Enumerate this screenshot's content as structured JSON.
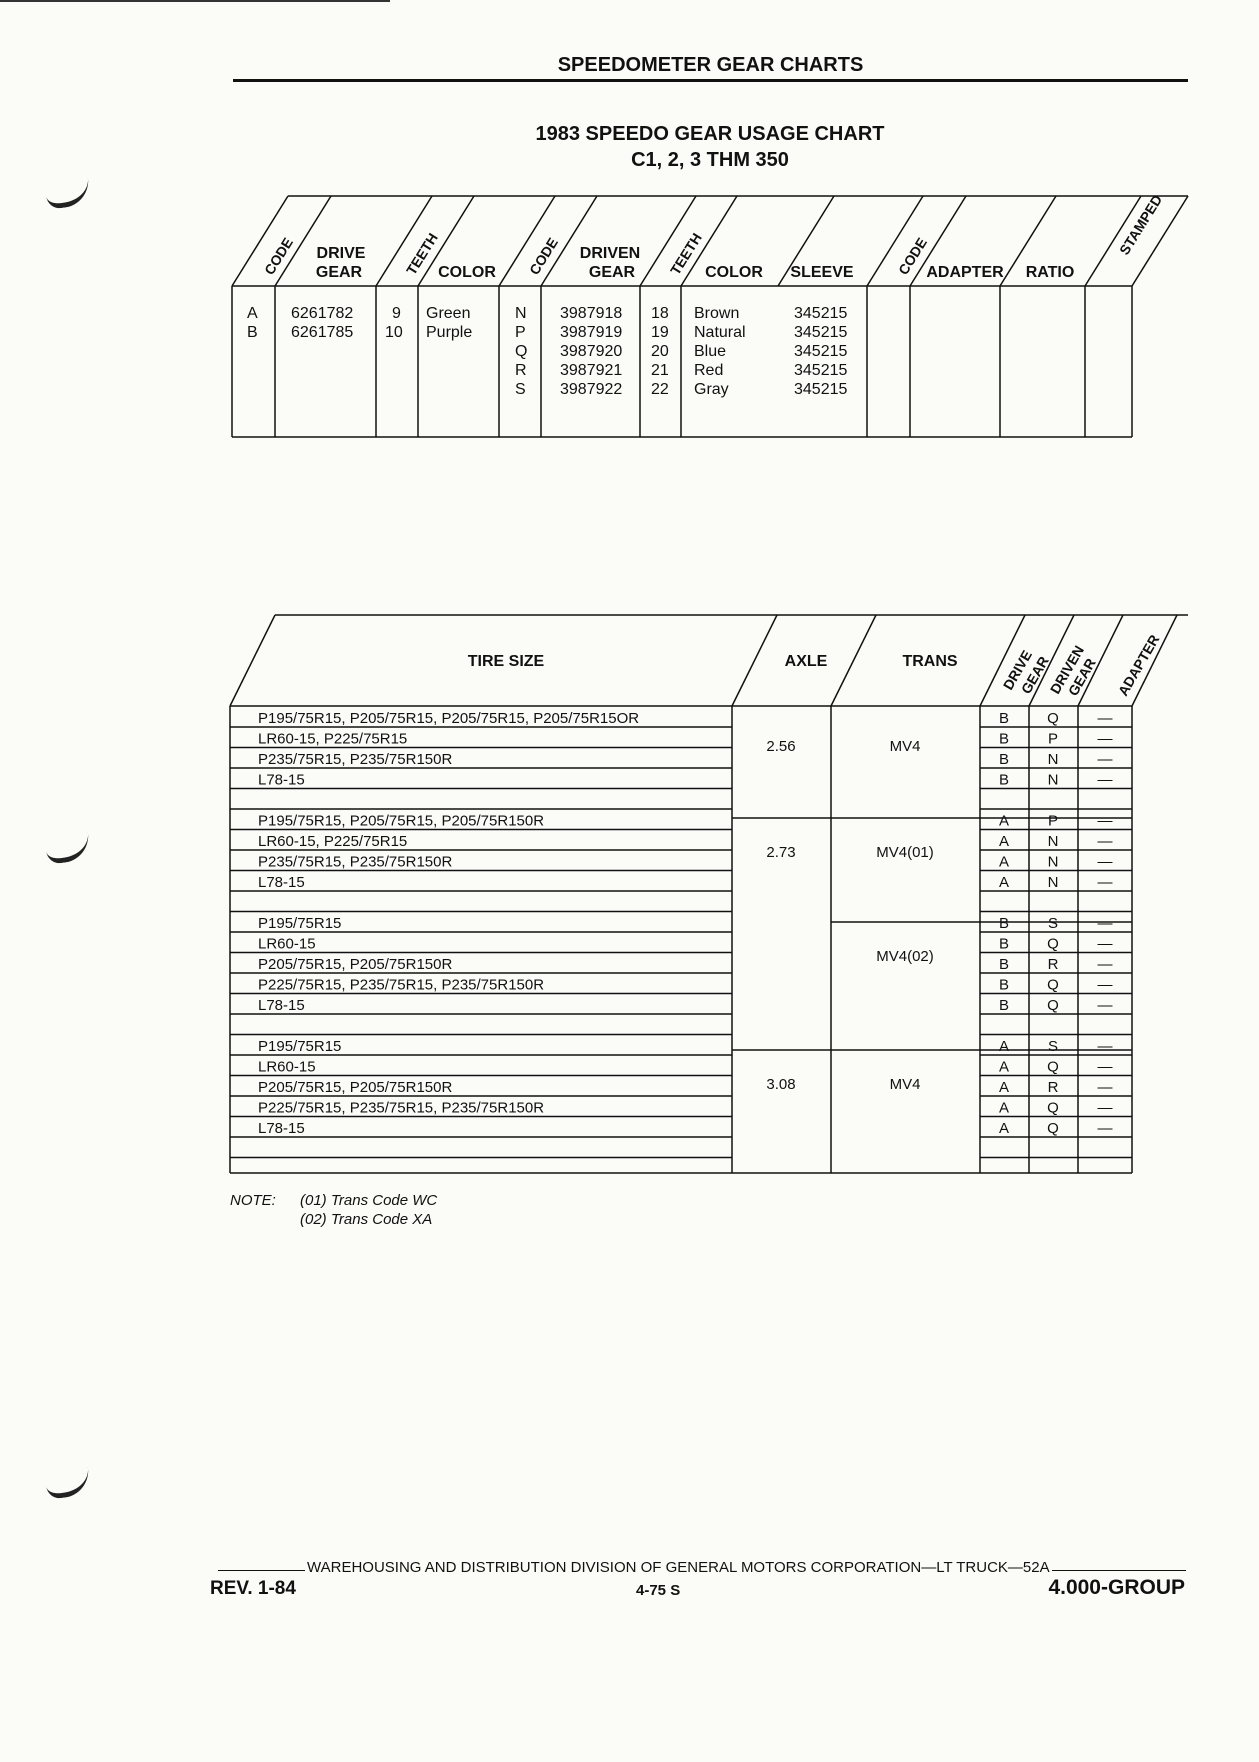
{
  "header": {
    "title": "SPEEDOMETER GEAR CHARTS"
  },
  "chart": {
    "title": "1983 SPEEDO GEAR USAGE CHART",
    "subtitle": "C1, 2, 3 THM 350"
  },
  "table1": {
    "headers": {
      "code": "CODE",
      "drive_gear_1": "DRIVE",
      "drive_gear_2": "GEAR",
      "teeth": "TEETH",
      "color": "COLOR",
      "code2": "CODE",
      "driven_gear_1": "DRIVEN",
      "driven_gear_2": "GEAR",
      "teeth2": "TEETH",
      "color2": "COLOR",
      "sleeve": "SLEEVE",
      "code3": "CODE",
      "adapter": "ADAPTER",
      "ratio": "RATIO",
      "stamped": "STAMPED"
    },
    "drive_rows": [
      {
        "code": "A",
        "gear": "6261782",
        "teeth": "9",
        "color": "Green"
      },
      {
        "code": "B",
        "gear": "6261785",
        "teeth": "10",
        "color": "Purple"
      }
    ],
    "driven_rows": [
      {
        "code": "N",
        "gear": "3987918",
        "teeth": "18",
        "color": "Brown",
        "sleeve": "345215"
      },
      {
        "code": "P",
        "gear": "3987919",
        "teeth": "19",
        "color": "Natural",
        "sleeve": "345215"
      },
      {
        "code": "Q",
        "gear": "3987920",
        "teeth": "20",
        "color": "Blue",
        "sleeve": "345215"
      },
      {
        "code": "R",
        "gear": "3987921",
        "teeth": "21",
        "color": "Red",
        "sleeve": "345215"
      },
      {
        "code": "S",
        "gear": "3987922",
        "teeth": "22",
        "color": "Gray",
        "sleeve": "345215"
      }
    ]
  },
  "table2": {
    "headers": {
      "tire_size": "TIRE SIZE",
      "axle": "AXLE",
      "trans": "TRANS",
      "drive_gear_1": "DRIVE",
      "drive_gear_2": "GEAR",
      "driven_gear_1": "DRIVEN",
      "driven_gear_2": "GEAR",
      "adapter": "ADAPTER"
    },
    "rows": [
      {
        "tire": "P195/75R15, P205/75R15, P205/75R15, P205/75R15OR",
        "drive": "B",
        "driven": "Q",
        "adapter": "—"
      },
      {
        "tire": "LR60-15, P225/75R15",
        "drive": "B",
        "driven": "P",
        "adapter": "—"
      },
      {
        "tire": "P235/75R15, P235/75R150R",
        "drive": "B",
        "driven": "N",
        "adapter": "—"
      },
      {
        "tire": "L78-15",
        "drive": "B",
        "driven": "N",
        "adapter": "—"
      },
      {
        "tire": "",
        "drive": "",
        "driven": "",
        "adapter": ""
      },
      {
        "tire": "P195/75R15, P205/75R15, P205/75R150R",
        "drive": "A",
        "driven": "P",
        "adapter": "—"
      },
      {
        "tire": "LR60-15, P225/75R15",
        "drive": "A",
        "driven": "N",
        "adapter": "—"
      },
      {
        "tire": "P235/75R15, P235/75R150R",
        "drive": "A",
        "driven": "N",
        "adapter": "—"
      },
      {
        "tire": "L78-15",
        "drive": "A",
        "driven": "N",
        "adapter": "—"
      },
      {
        "tire": "",
        "drive": "",
        "driven": "",
        "adapter": ""
      },
      {
        "tire": "P195/75R15",
        "drive": "B",
        "driven": "S",
        "adapter": "—"
      },
      {
        "tire": "LR60-15",
        "drive": "B",
        "driven": "Q",
        "adapter": "—"
      },
      {
        "tire": "P205/75R15, P205/75R150R",
        "drive": "B",
        "driven": "R",
        "adapter": "—"
      },
      {
        "tire": "P225/75R15, P235/75R15, P235/75R150R",
        "drive": "B",
        "driven": "Q",
        "adapter": "—"
      },
      {
        "tire": "L78-15",
        "drive": "B",
        "driven": "Q",
        "adapter": "—"
      },
      {
        "tire": "",
        "drive": "",
        "driven": "",
        "adapter": ""
      },
      {
        "tire": "P195/75R15",
        "drive": "A",
        "driven": "S",
        "adapter": "—"
      },
      {
        "tire": "LR60-15",
        "drive": "A",
        "driven": "Q",
        "adapter": "—"
      },
      {
        "tire": "P205/75R15, P205/75R150R",
        "drive": "A",
        "driven": "R",
        "adapter": "—"
      },
      {
        "tire": "P225/75R15, P235/75R15, P235/75R150R",
        "drive": "A",
        "driven": "Q",
        "adapter": "—"
      },
      {
        "tire": "L78-15",
        "drive": "A",
        "driven": "Q",
        "adapter": "—"
      },
      {
        "tire": "",
        "drive": "",
        "driven": "",
        "adapter": ""
      }
    ],
    "groups": [
      {
        "axle": "2.56",
        "trans": "MV4"
      },
      {
        "axle": "2.73",
        "trans": "MV4(01)"
      },
      {
        "axle": "",
        "trans": "MV4(02)"
      },
      {
        "axle": "3.08",
        "trans": "MV4"
      }
    ]
  },
  "note": {
    "label": "NOTE:",
    "line1": "(01) Trans Code WC",
    "line2": "(02) Trans Code XA"
  },
  "footer": {
    "division": "WAREHOUSING AND DISTRIBUTION  DIVISION OF GENERAL MOTORS CORPORATION—LT TRUCK—52A",
    "rev": "REV. 1-84",
    "page": "4-75  S",
    "group": "4.000-GROUP"
  }
}
